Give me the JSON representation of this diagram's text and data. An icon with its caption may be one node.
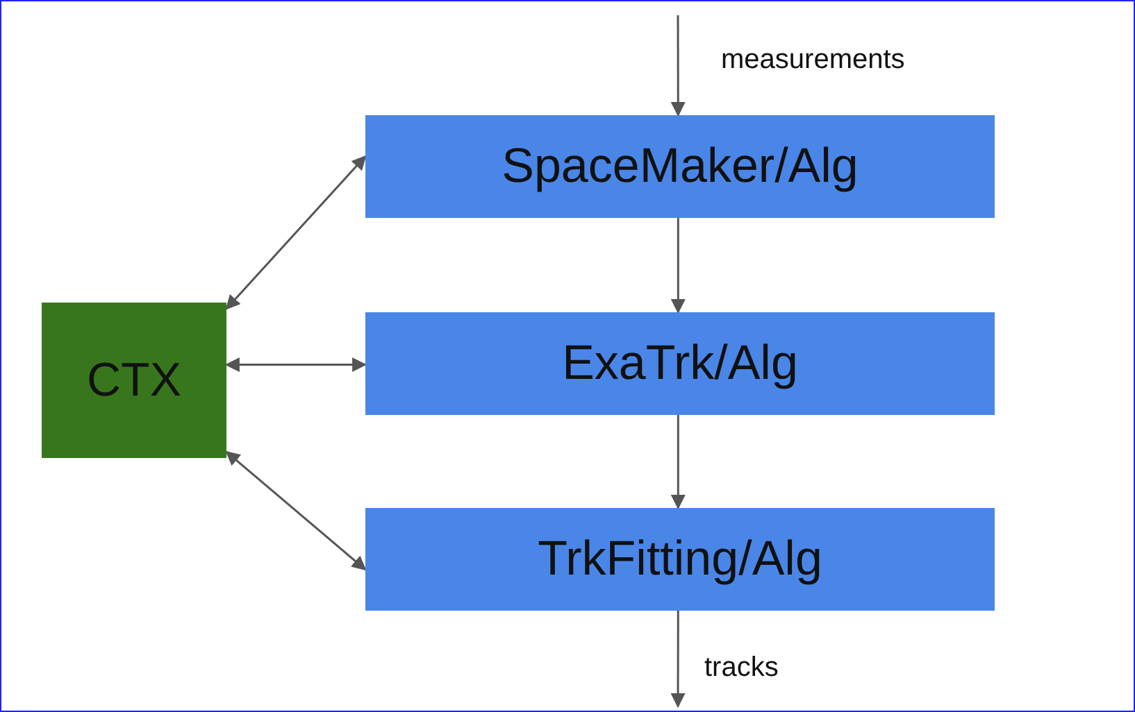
{
  "diagram": {
    "nodes": [
      {
        "text": [
          "SpaceMaker/Alg"
        ]
      },
      {
        "text": [
          "ExaTrk/Alg"
        ]
      },
      {
        "text": [
          "TrkFitting/Alg"
        ]
      },
      {
        "text": [
          "CTX"
        ]
      }
    ],
    "edges": [
      {
        "from": null,
        "to": 0,
        "arrow": "to",
        "label": "measurements"
      },
      {
        "from": 0,
        "to": 1,
        "arrow": "to"
      },
      {
        "from": 1,
        "to": 2,
        "arrow": "to"
      },
      {
        "from": 2,
        "to": null,
        "arrow": "to",
        "label": "tracks"
      },
      {
        "from": 3,
        "to": 0,
        "arrow": "both"
      },
      {
        "from": 3,
        "to": 1,
        "arrow": "both"
      },
      {
        "from": 3,
        "to": 2,
        "arrow": "both"
      }
    ]
  }
}
